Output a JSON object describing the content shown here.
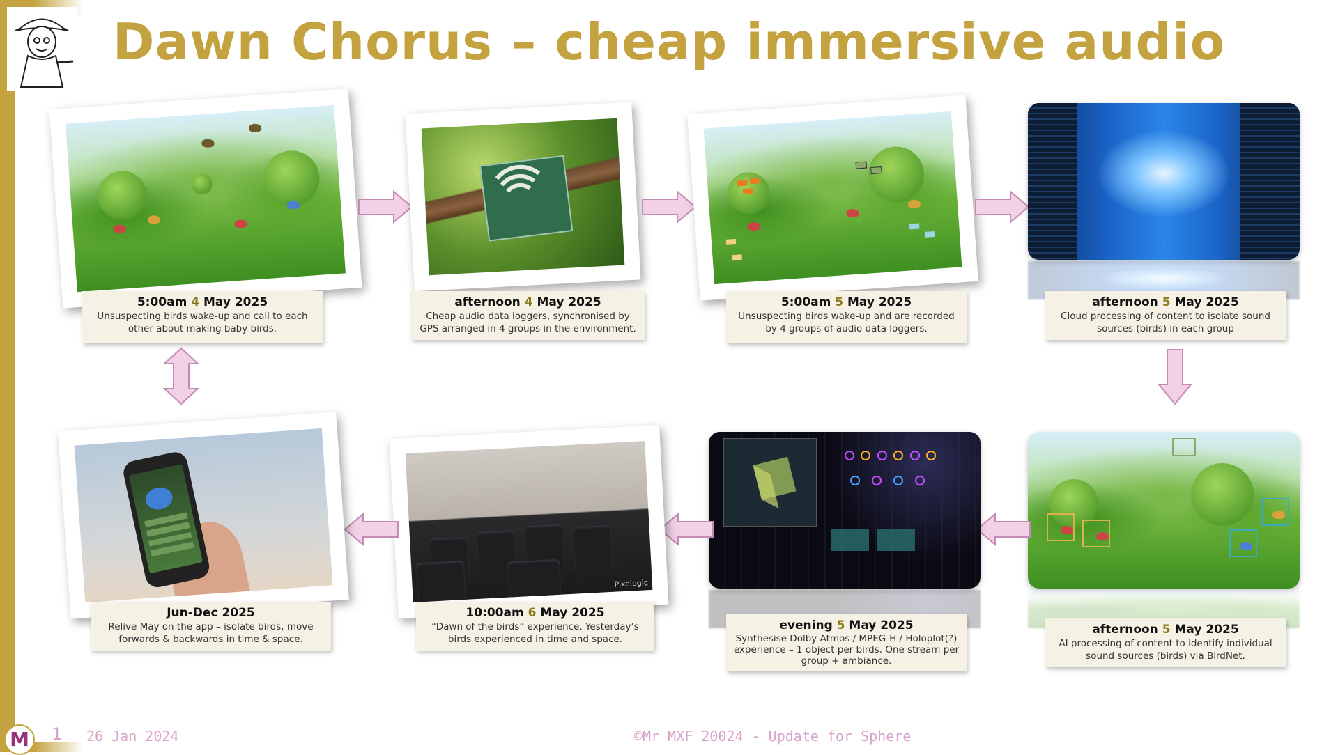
{
  "title": "Dawn Chorus – cheap immersive audio",
  "colors": {
    "accent": "#c3a23f",
    "caption_bg": "#f5f1e4",
    "arrow_fill": "#f2d0e6",
    "arrow_stroke": "#c48ab3",
    "footer": "#d7a3c8"
  },
  "avatar": {
    "icon": "cartoon-man-with-hat-icon"
  },
  "steps": [
    {
      "time": "5:00am",
      "day": "4",
      "rest": " May 2025",
      "text": "Unsuspecting birds wake-up and call to each other about making baby birds.",
      "image": "meadow-birds"
    },
    {
      "time": "afternoon",
      "day": "4",
      "rest": " May 2025",
      "text": "Cheap audio data loggers, synchronised by GPS arranged in 4 groups in the environment.",
      "image": "pcb-on-branch"
    },
    {
      "time": "5:00am",
      "day": "5",
      "rest": " May 2025",
      "text": "Unsuspecting birds wake-up and are recorded by 4 groups of audio data loggers.",
      "image": "meadow-with-loggers"
    },
    {
      "time": "afternoon",
      "day": "5",
      "rest": " May 2025",
      "text": "Cloud processing of content to isolate sound sources (birds) in each group",
      "image": "cloud-datacenter"
    },
    {
      "time": "afternoon",
      "day": "5",
      "rest": " May 2025",
      "text": "AI processing of content to identify individual sound sources (birds) via BirdNet.",
      "image": "meadow-bounding-boxes"
    },
    {
      "time": "evening",
      "day": "5",
      "rest": " May 2025",
      "text": "Synthesise Dolby Atmos / MPEG-H / Holoplot(?) experience – 1 object per birds. One stream per group + ambiance.",
      "image": "mixing-console"
    },
    {
      "time": "10:00am",
      "day": "6",
      "rest": " May 2025",
      "text": "“Dawn of the birds” experience. Yesterday’s birds experienced in time and space.",
      "image": "cinema",
      "watermark": "Pixelogic"
    },
    {
      "time": "Jun-Dec 2025",
      "day": "",
      "rest": "",
      "text": "Relive May on the app – isolate birds, move forwards & backwards in time & space.",
      "image": "phone-app"
    }
  ],
  "footer": {
    "logo_letter": "M",
    "page": "1",
    "date": "26 Jan 2024",
    "credit": "©Mr MXF 20024 - Update for Sphere"
  }
}
